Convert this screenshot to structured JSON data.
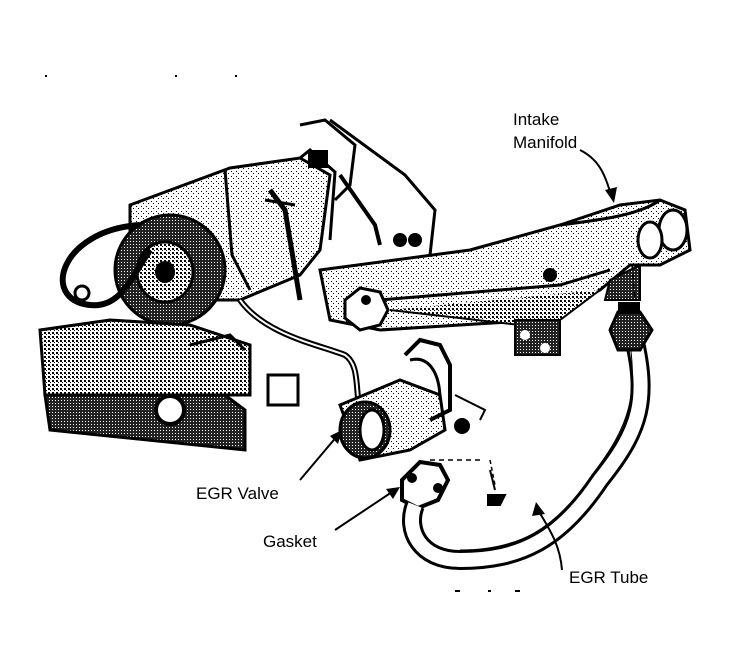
{
  "labels": {
    "intake_manifold_line1": "Intake",
    "intake_manifold_line2": "Manifold",
    "egr_valve": "EGR Valve",
    "gasket": "Gasket",
    "egr_tube": "EGR Tube"
  },
  "colors": {
    "ink": "#000000",
    "paper": "#ffffff",
    "shade": "#6a6a6a"
  }
}
